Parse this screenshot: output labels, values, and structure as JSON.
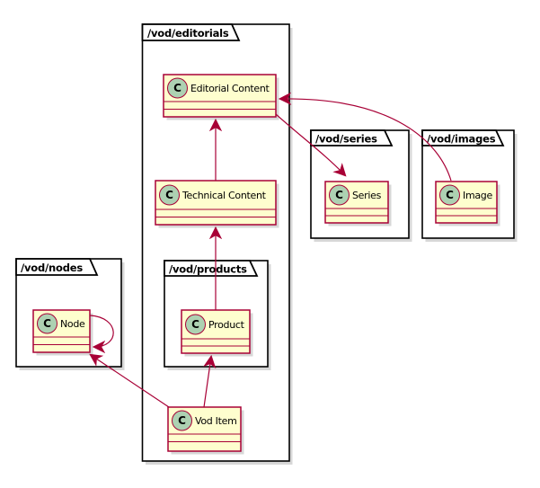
{
  "diagram": {
    "type": "uml-class-diagram",
    "class_icon_letter": "C",
    "packages": [
      {
        "label": "/vod/editorials",
        "contains": [
          "Editorial Content",
          "Technical Content",
          "/vod/products",
          "Vod Item"
        ]
      },
      {
        "label": "/vod/series",
        "contains": [
          "Series"
        ]
      },
      {
        "label": "/vod/images",
        "contains": [
          "Image"
        ]
      },
      {
        "label": "/vod/nodes",
        "contains": [
          "Node"
        ]
      },
      {
        "label": "/vod/products",
        "contains": [
          "Product"
        ]
      }
    ],
    "classes": [
      {
        "name": "Editorial Content"
      },
      {
        "name": "Technical Content"
      },
      {
        "name": "Series"
      },
      {
        "name": "Image"
      },
      {
        "name": "Node"
      },
      {
        "name": "Product"
      },
      {
        "name": "Vod Item"
      }
    ],
    "relations": [
      {
        "from": "Technical Content",
        "to": "Editorial Content"
      },
      {
        "from": "Product",
        "to": "Technical Content"
      },
      {
        "from": "Vod Item",
        "to": "Product"
      },
      {
        "from": "Vod Item",
        "to": "Node"
      },
      {
        "from": "Node",
        "to": "Node"
      },
      {
        "from": "Editorial Content",
        "to": "Series"
      },
      {
        "from": "Image",
        "to": "Editorial Content"
      }
    ],
    "colors": {
      "class-fill": "#FEFECE",
      "class-border": "#A80036",
      "icon-circle-fill": "#ADD1B2",
      "arrow": "#A80036",
      "package-border": "#000000",
      "package-fill": "#FFFFFF",
      "text": "#000000",
      "background": "#FFFFFF",
      "shadow": "#A6A6A6"
    }
  }
}
